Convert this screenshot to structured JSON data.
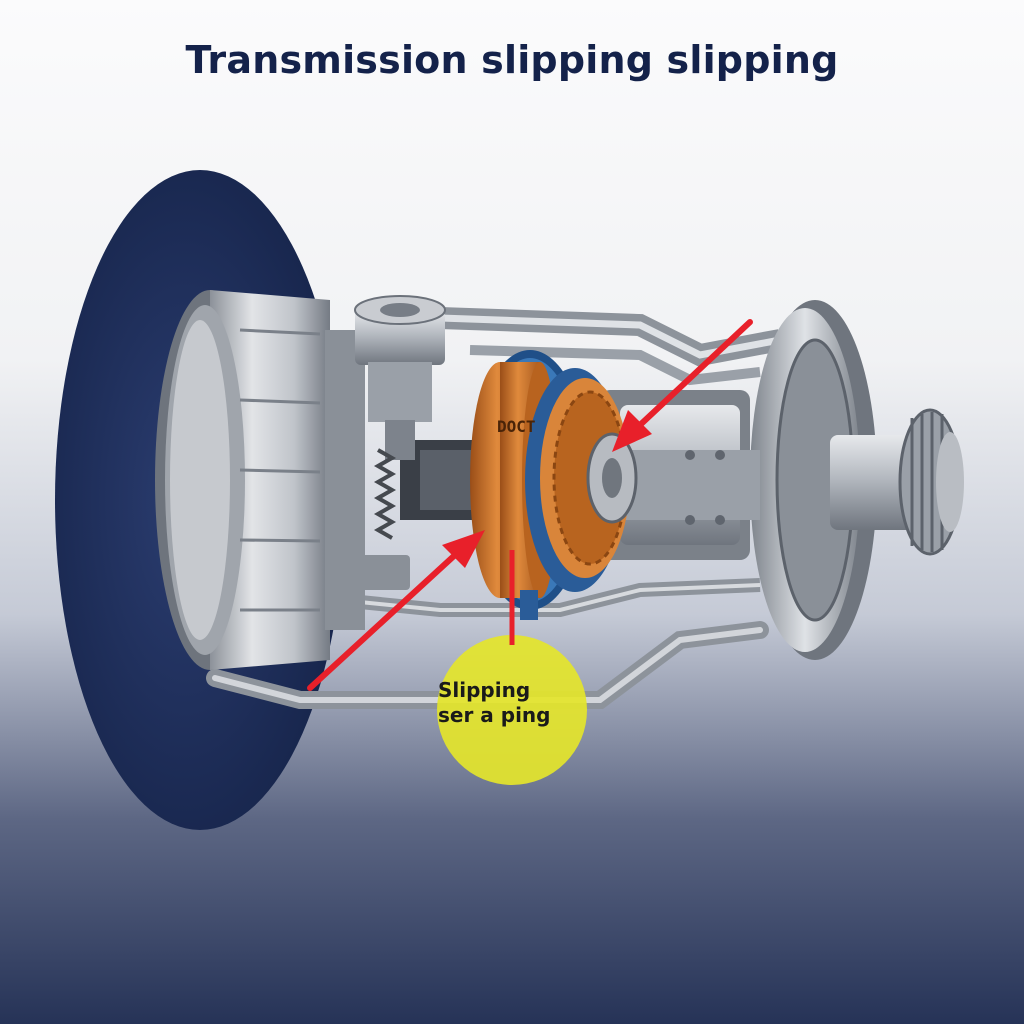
{
  "title": "Transmission slipping slipping",
  "callout": {
    "line1": "Slipping",
    "line2": "ser a ping"
  },
  "drum_marking": "DOCT",
  "colors": {
    "title": "#14224a",
    "callout_fill": "#e4e52b",
    "arrow": "#e8202a",
    "clutch_orange": "#c86a28",
    "clutch_blue": "#2f6aa8",
    "metal": "#9aa0a8",
    "wheel_navy": "#1e2e5a"
  }
}
